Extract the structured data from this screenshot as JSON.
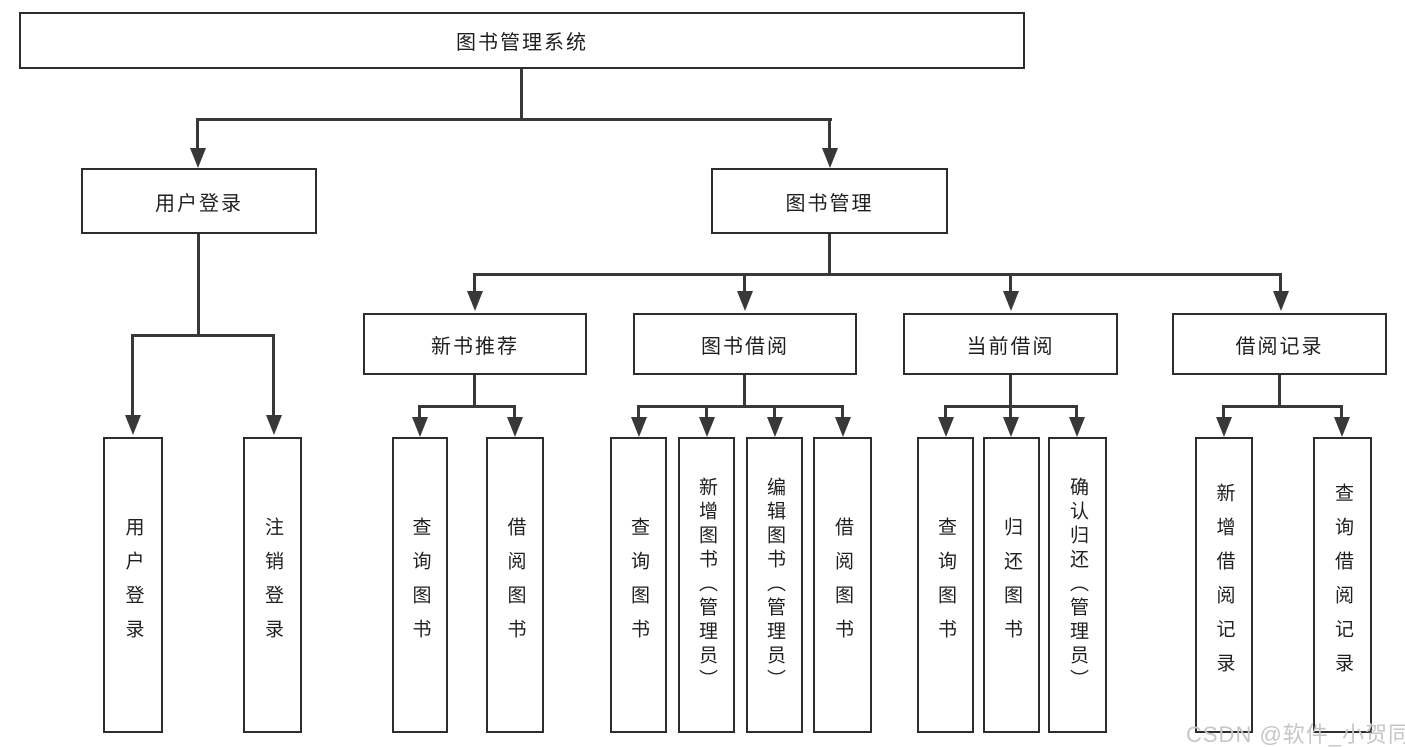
{
  "diagram_type": "tree",
  "root": {
    "label": "图书管理系统"
  },
  "level2": [
    {
      "label": "用户登录"
    },
    {
      "label": "图书管理"
    }
  ],
  "level3": [
    {
      "label": "新书推荐"
    },
    {
      "label": "图书借阅"
    },
    {
      "label": "当前借阅"
    },
    {
      "label": "借阅记录"
    }
  ],
  "leaves": [
    {
      "label": "用户登录",
      "parent": "用户登录"
    },
    {
      "label": "注销登录",
      "parent": "用户登录"
    },
    {
      "label": "查询图书",
      "parent": "新书推荐"
    },
    {
      "label": "借阅图书",
      "parent": "新书推荐"
    },
    {
      "label": "查询图书",
      "parent": "图书借阅"
    },
    {
      "label": "新增图书（管理员）",
      "parent": "图书借阅"
    },
    {
      "label": "编辑图书（管理员）",
      "parent": "图书借阅"
    },
    {
      "label": "借阅图书",
      "parent": "图书借阅"
    },
    {
      "label": "查询图书",
      "parent": "当前借阅"
    },
    {
      "label": "归还图书",
      "parent": "当前借阅"
    },
    {
      "label": "确认归还（管理员）",
      "parent": "当前借阅"
    },
    {
      "label": "新增借阅记录",
      "parent": "借阅记录"
    },
    {
      "label": "查询借阅记录",
      "parent": "借阅记录"
    }
  ],
  "watermark": {
    "text": "CSDN @软件_小贺同学"
  },
  "colors": {
    "line": "#383838",
    "box_border": "#2d2d2d",
    "text": "#1f1f1f",
    "background": "#ffffff",
    "watermark": "#c6c6c6"
  }
}
